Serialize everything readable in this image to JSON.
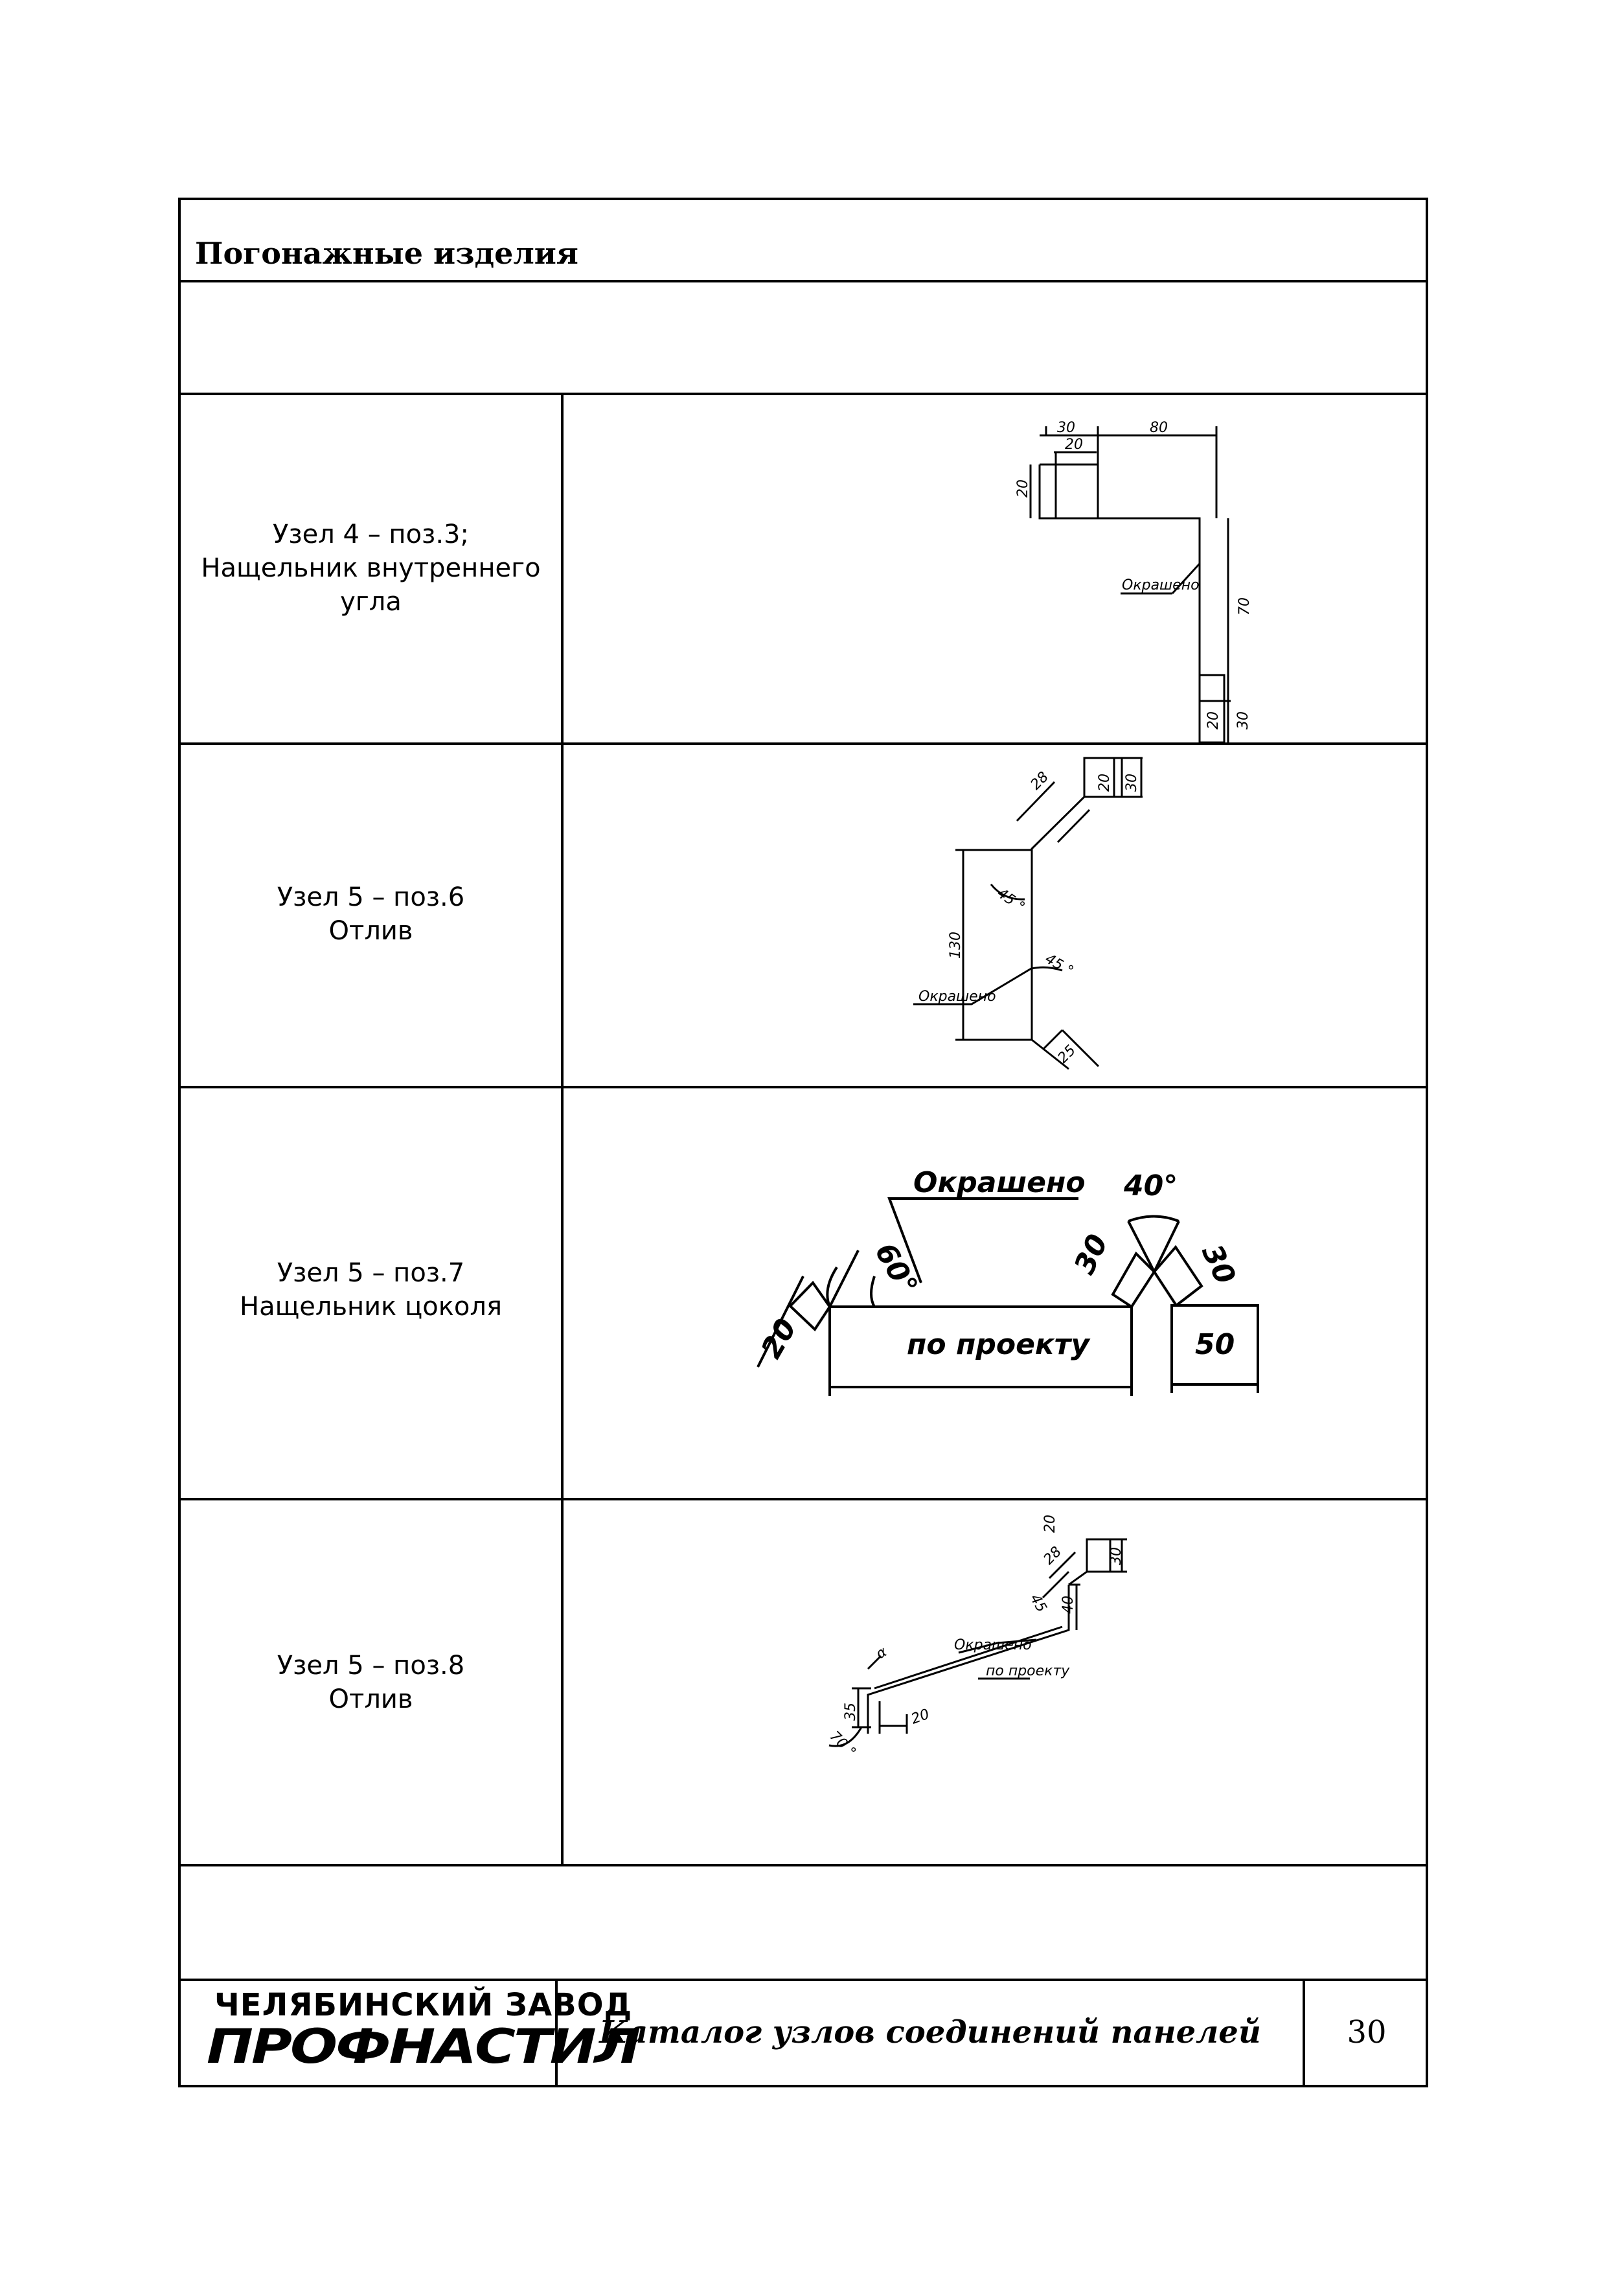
{
  "header": {
    "title": "Погонажные изделия"
  },
  "rows": [
    {
      "label_lines": [
        "Узел 4 – поз.3;",
        "Нащельник внутреннего",
        "угла"
      ],
      "dims": {
        "top_30": "30",
        "top_80": "80",
        "inner_20": "20",
        "left_20": "20",
        "right_70": "70",
        "bottom_20": "20",
        "bottom_30": "30",
        "note": "Окрашено"
      }
    },
    {
      "label_lines": [
        "Узел 5 – поз.6",
        "Отлив"
      ],
      "dims": {
        "d28": "28",
        "d20": "20",
        "d30": "30",
        "d130": "130",
        "angle_top": "45 °",
        "angle_bottom": "45 °",
        "d25": "25",
        "note": "Окрашено"
      }
    },
    {
      "label_lines": [
        "Узел 5 – поз.7",
        "Нащельник цоколя"
      ],
      "dims": {
        "note": "Окрашено",
        "angle40": "40°",
        "angle60": "60°",
        "d30a": "30",
        "d30b": "30",
        "d20": "20",
        "by_project": "по проекту",
        "d50": "50"
      }
    },
    {
      "label_lines": [
        "Узел 5 – поз.8",
        "Отлив"
      ],
      "dims": {
        "d20": "20",
        "d30": "30",
        "d28": "28",
        "angle45": "45",
        "d40": "40",
        "note": "Окрашено",
        "alpha": "α",
        "by_project": "по проекту",
        "d35": "35",
        "angle70": "70 °",
        "d20b": "20"
      }
    }
  ],
  "footer": {
    "logo_line1": "ЧЕЛЯБИНСКИЙ ЗАВОД",
    "logo_line2": "ПРОФНАСТИЛ",
    "catalog_title": "Каталог узлов соединений панелей",
    "page_number": "30"
  }
}
